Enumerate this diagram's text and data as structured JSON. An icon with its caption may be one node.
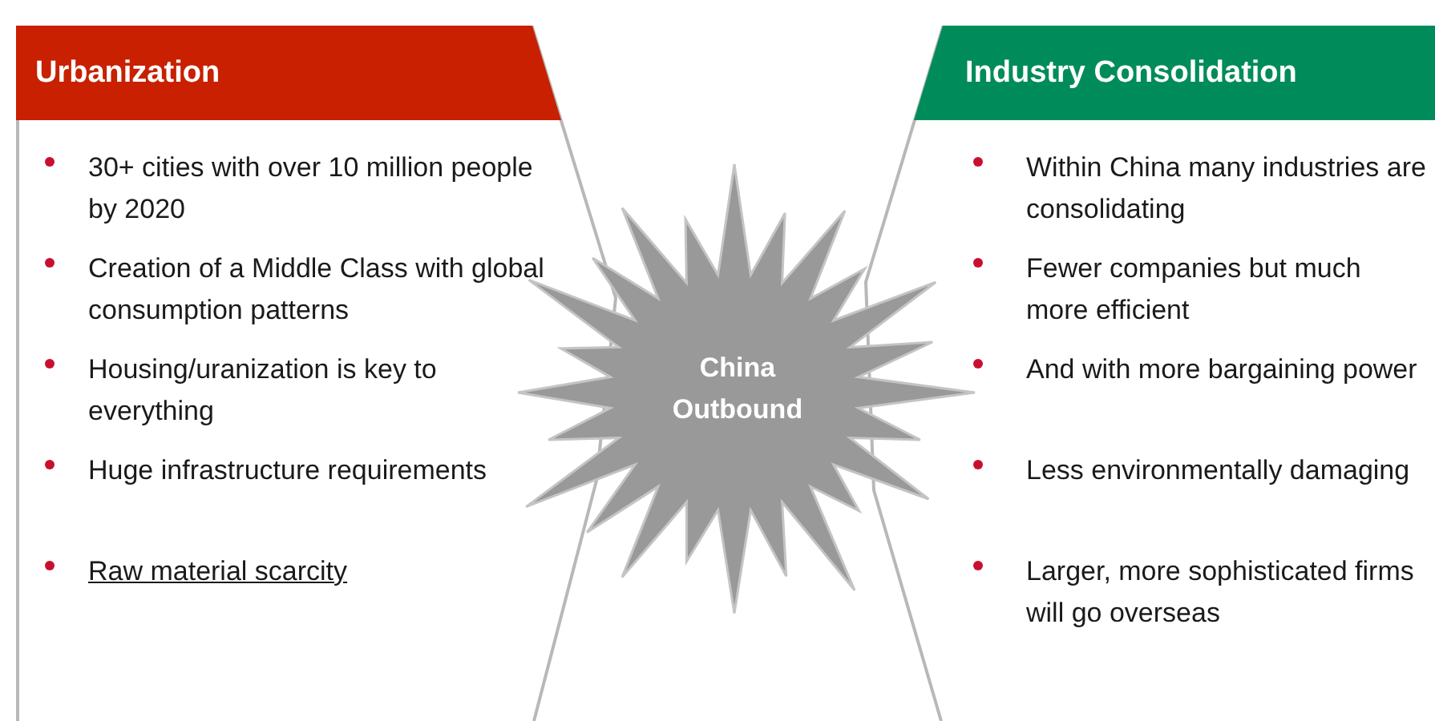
{
  "diagram": {
    "nodes": [
      {
        "text": [
          "Urbanization",
          "30+ cities with over 10 million people by 2020",
          "Creation of a Middle Class with global consumption patterns",
          "Housing/uranization is key to everything",
          "Huge infrastructure requirements",
          "Raw material scarcity"
        ]
      },
      {
        "text": [
          "China Outbound"
        ]
      },
      {
        "text": [
          "Industry Consolidation",
          "Within China many industries are consolidating",
          "Fewer companies but much more efficient",
          "And with more bargaining power",
          "Less environmentally damaging",
          "Larger, more sophisticated firms will go overseas"
        ]
      }
    ]
  }
}
